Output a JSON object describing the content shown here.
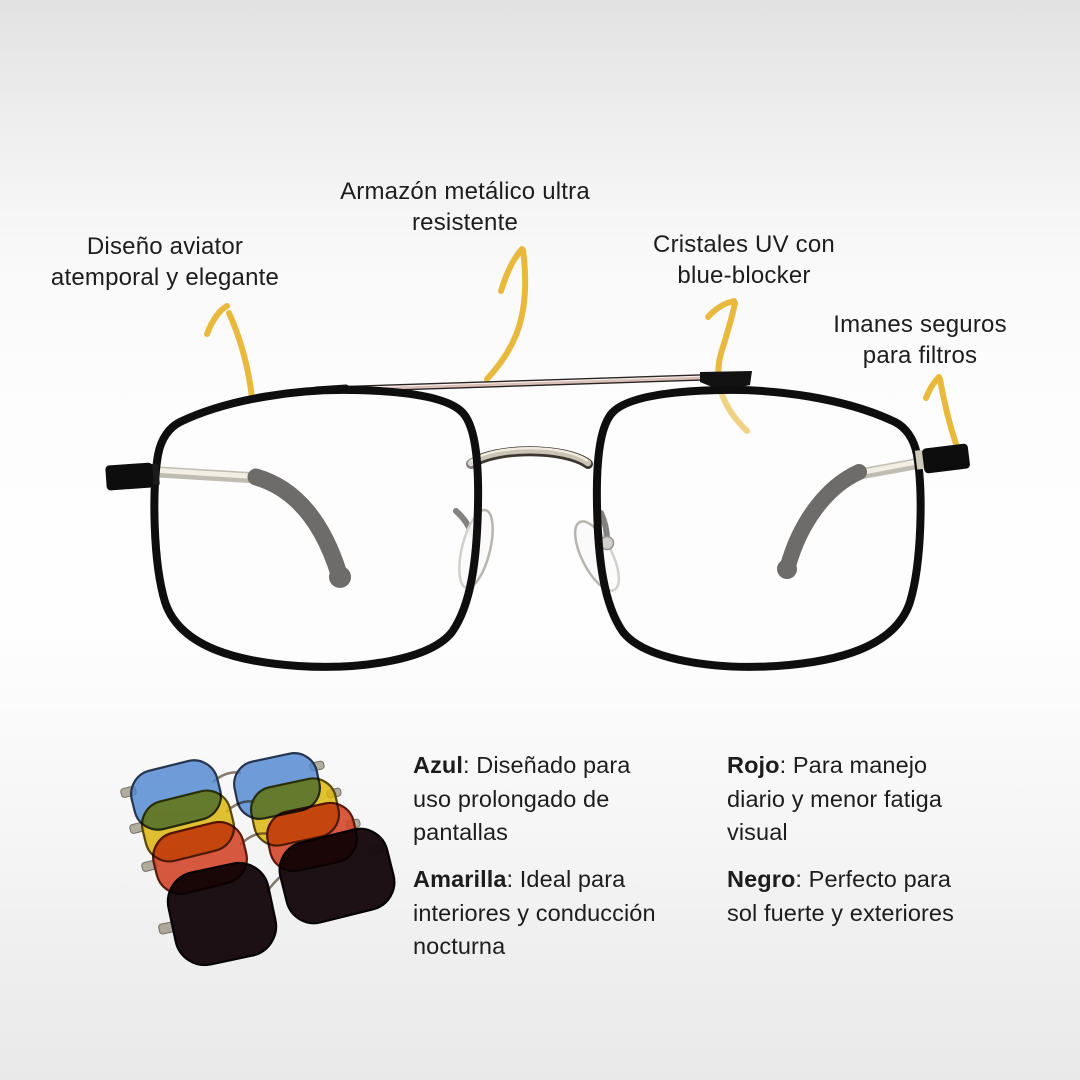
{
  "callouts": [
    {
      "id": "aviator-design",
      "lines": [
        "Diseño aviator",
        "atemporal y elegante"
      ]
    },
    {
      "id": "metal-frame",
      "lines": [
        "Armazón metálico ultra",
        "resistente"
      ]
    },
    {
      "id": "uv-lenses",
      "lines": [
        "Cristales UV con",
        "blue-blocker"
      ]
    },
    {
      "id": "magnets",
      "lines": [
        "Imanes seguros",
        "para filtros"
      ]
    }
  ],
  "filter_notes": [
    {
      "name": "Azul",
      "line1_rest": ": Diseñado para",
      "line2": "uso prolongado de",
      "line3": "pantallas",
      "swatch": "#4f8ad8"
    },
    {
      "name": "Amarilla",
      "line1_rest": ": Ideal para",
      "line2": "interiores y conducción",
      "line3": "nocturna",
      "swatch": "#e4bd0f"
    },
    {
      "name": "Rojo",
      "line1_rest": ": Para manejo",
      "line2": "diario y menor fatiga",
      "line3": "visual",
      "swatch": "#dc4527"
    },
    {
      "name": "Negro",
      "line1_rest": ": Perfecto para",
      "line2": "sol fuerte y exteriores",
      "swatch": "#17090e"
    }
  ],
  "colors": {
    "arrow": "#e8b93c",
    "text": "#1d1d1d",
    "frame_black": "#0e0e0e",
    "metal_silver": "#cfc9bb",
    "background_top": "#e2e2e2",
    "background_bottom": "#e9e9e9"
  }
}
